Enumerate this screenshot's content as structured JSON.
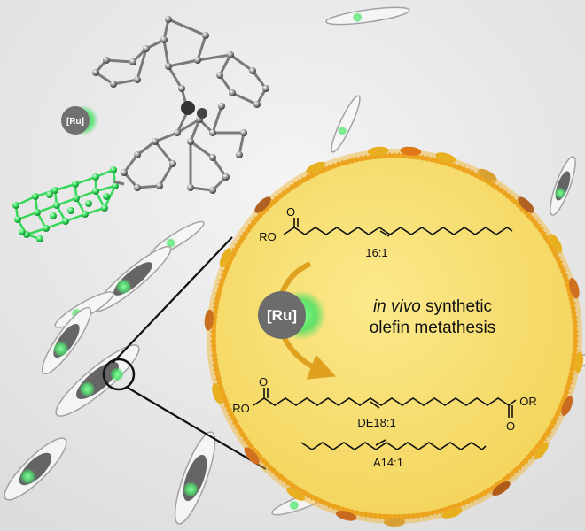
{
  "ru_label": "[Ru]",
  "headline": {
    "line1_italic": "in vivo",
    "line1_rest": " synthetic",
    "line2": "olefin metathesis"
  },
  "molecules": {
    "top_ester": {
      "ro": "RO",
      "carbonyl_o": "O",
      "label": "16:1"
    },
    "diester": {
      "ro_left": "RO",
      "carbonyl_o_left": "O",
      "ro_right": "OR",
      "carbonyl_o_right": "O",
      "label": "DE18:1"
    },
    "alkene": {
      "label": "A14:1"
    }
  },
  "colors": {
    "sphere_fill": "#f8df6a",
    "sphere_rim": "#f0a818",
    "arrow": "#e0a020",
    "fluorescence": "#55f07a",
    "ru_badge": "#6c6c6c",
    "background": "#eeeeee"
  }
}
